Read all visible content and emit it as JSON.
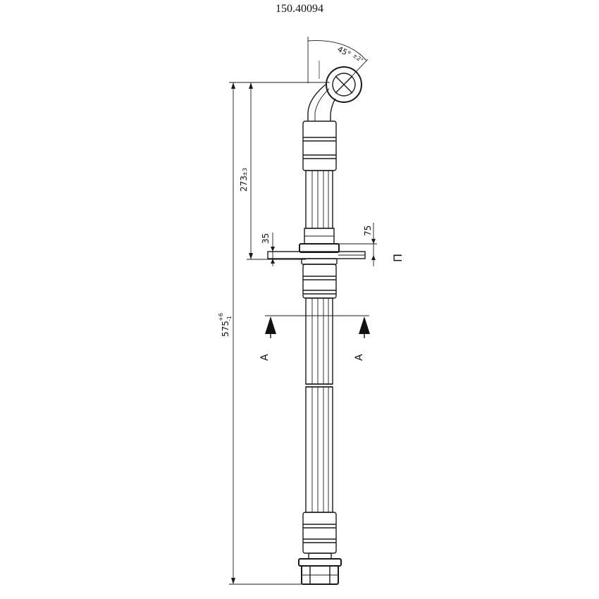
{
  "title": "150.40094",
  "dimensions": {
    "angle": "45°",
    "angle_tol": "±2°",
    "d273": "273",
    "d273_tol": "±3",
    "d575": "575",
    "d575_sup": "+6",
    "d575_sub": "-1",
    "d35": "35",
    "d75": "75",
    "bracket_mark": "Π"
  },
  "section": {
    "label": "A"
  }
}
